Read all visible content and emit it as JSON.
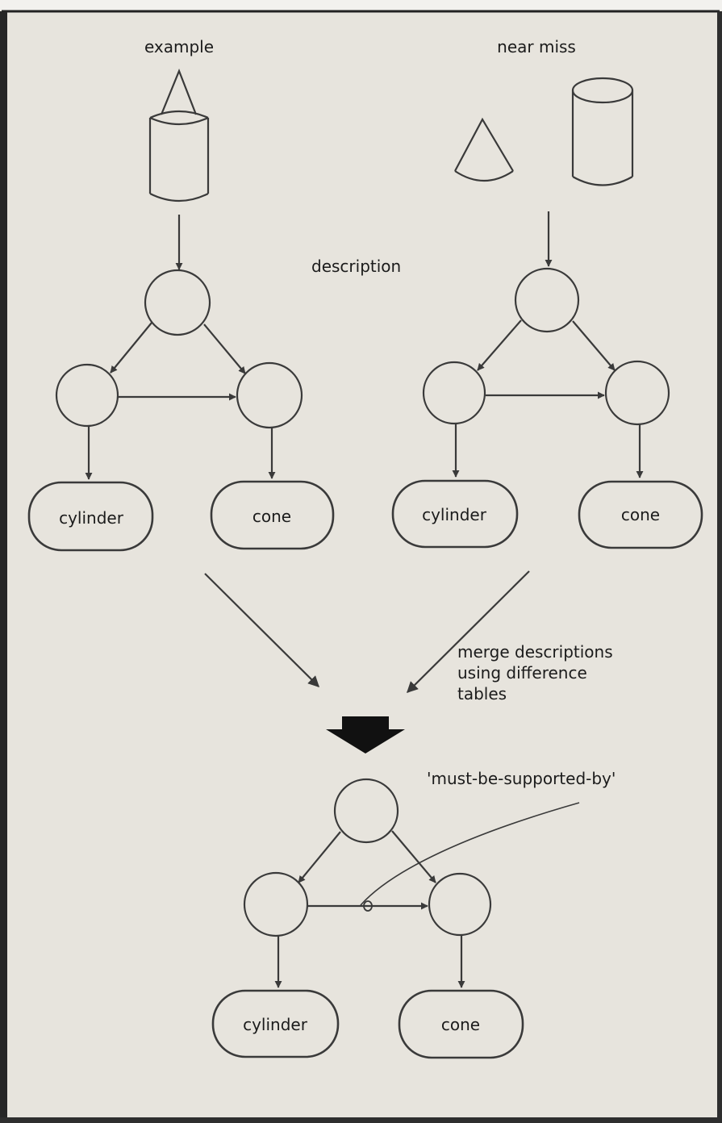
{
  "labels": {
    "example": "example",
    "near_miss": "near miss",
    "description": "description",
    "merge_line1": "merge descriptions",
    "merge_line2": "using difference",
    "merge_line3": "tables",
    "relation": "'must-be-supported-by'"
  },
  "nodes": {
    "example_cylinder": "cylinder",
    "example_cone": "cone",
    "nearmiss_cylinder": "cylinder",
    "nearmiss_cone": "cone",
    "result_cylinder": "cylinder",
    "result_cone": "cone"
  },
  "colors": {
    "paper": "#e7e4dd",
    "ink": "#3a3a3a",
    "frame": "#2b2b2b"
  }
}
